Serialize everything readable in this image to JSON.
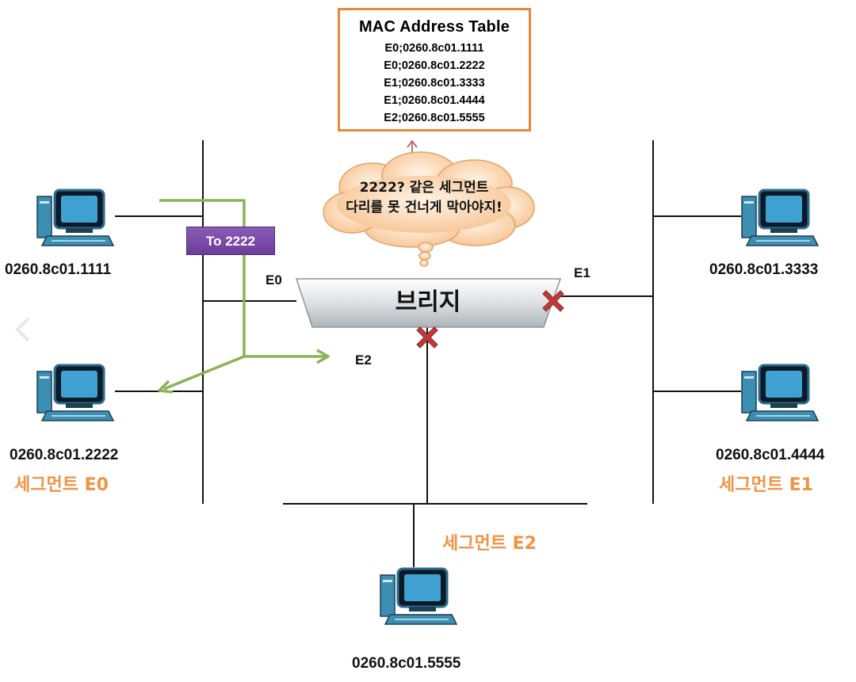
{
  "mac_table": {
    "title": "MAC Address Table",
    "entries": [
      "E0;0260.8c01.1111",
      "E0;0260.8c01.2222",
      "E1;0260.8c01.3333",
      "E1;0260.8c01.4444",
      "E2;0260.8c01.5555"
    ]
  },
  "thought_bubble": {
    "line1": "2222? 같은 세그먼트",
    "line2": "다리를 못 건너게 막아야지!"
  },
  "frame_tag": "To 2222",
  "bridge": {
    "label": "브리지",
    "ports": {
      "e0": "E0",
      "e1": "E1",
      "e2": "E2"
    },
    "blocked_ports": [
      "E1",
      "E2"
    ]
  },
  "hosts": {
    "h1111": "0260.8c01.1111",
    "h2222": "0260.8c01.2222",
    "h3333": "0260.8c01.3333",
    "h4444": "0260.8c01.4444",
    "h5555": "0260.8c01.5555"
  },
  "segments": {
    "e0": "세그먼트 E0",
    "e1": "세그먼트 E1",
    "e2": "세그먼트 E2"
  },
  "colors": {
    "box_border": "#e7893b",
    "segment_label": "#ef9444",
    "frame_path": "#8db255",
    "frame_tag": "#6a3e9a",
    "block_mark": "#c0393b",
    "pointer_arrow": "#b04a4a"
  },
  "icons": {
    "pc": "desktop-computer-icon",
    "blocked": "x-mark-icon",
    "nav": "chevron-left-icon"
  }
}
